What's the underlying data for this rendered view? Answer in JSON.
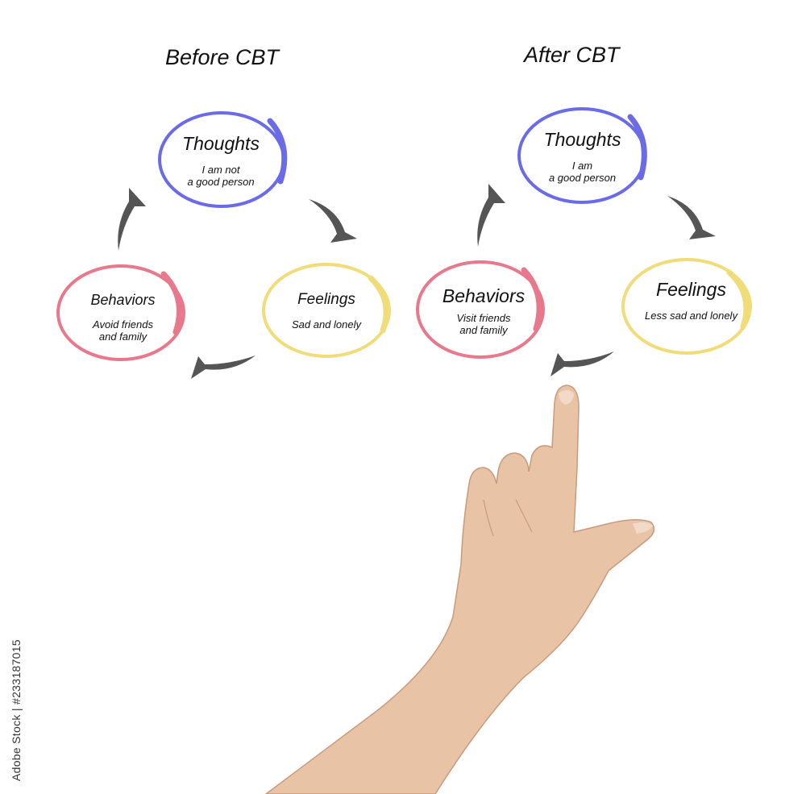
{
  "colors": {
    "thoughts": "#6b6be8",
    "feelings": "#f0dc78",
    "behaviors": "#e8788c",
    "arrow": "#555555",
    "skin": "#e9c3a6"
  },
  "before": {
    "title": "Before CBT",
    "thoughts": {
      "label": "Thoughts",
      "text": [
        "I am not",
        "a good person"
      ]
    },
    "feelings": {
      "label": "Feelings",
      "text": [
        "Sad and lonely"
      ]
    },
    "behaviors": {
      "label": "Behaviors",
      "text": [
        "Avoid friends",
        "and family"
      ]
    }
  },
  "after": {
    "title": "After CBT",
    "thoughts": {
      "label": "Thoughts",
      "text": [
        "I am",
        "a good person"
      ]
    },
    "feelings": {
      "label": "Feelings",
      "text": [
        "Less sad and lonely"
      ]
    },
    "behaviors": {
      "label": "Behaviors",
      "text": [
        "Visit friends",
        "and family"
      ]
    }
  },
  "watermark": {
    "side_text": "Adobe Stock | #233187015"
  }
}
